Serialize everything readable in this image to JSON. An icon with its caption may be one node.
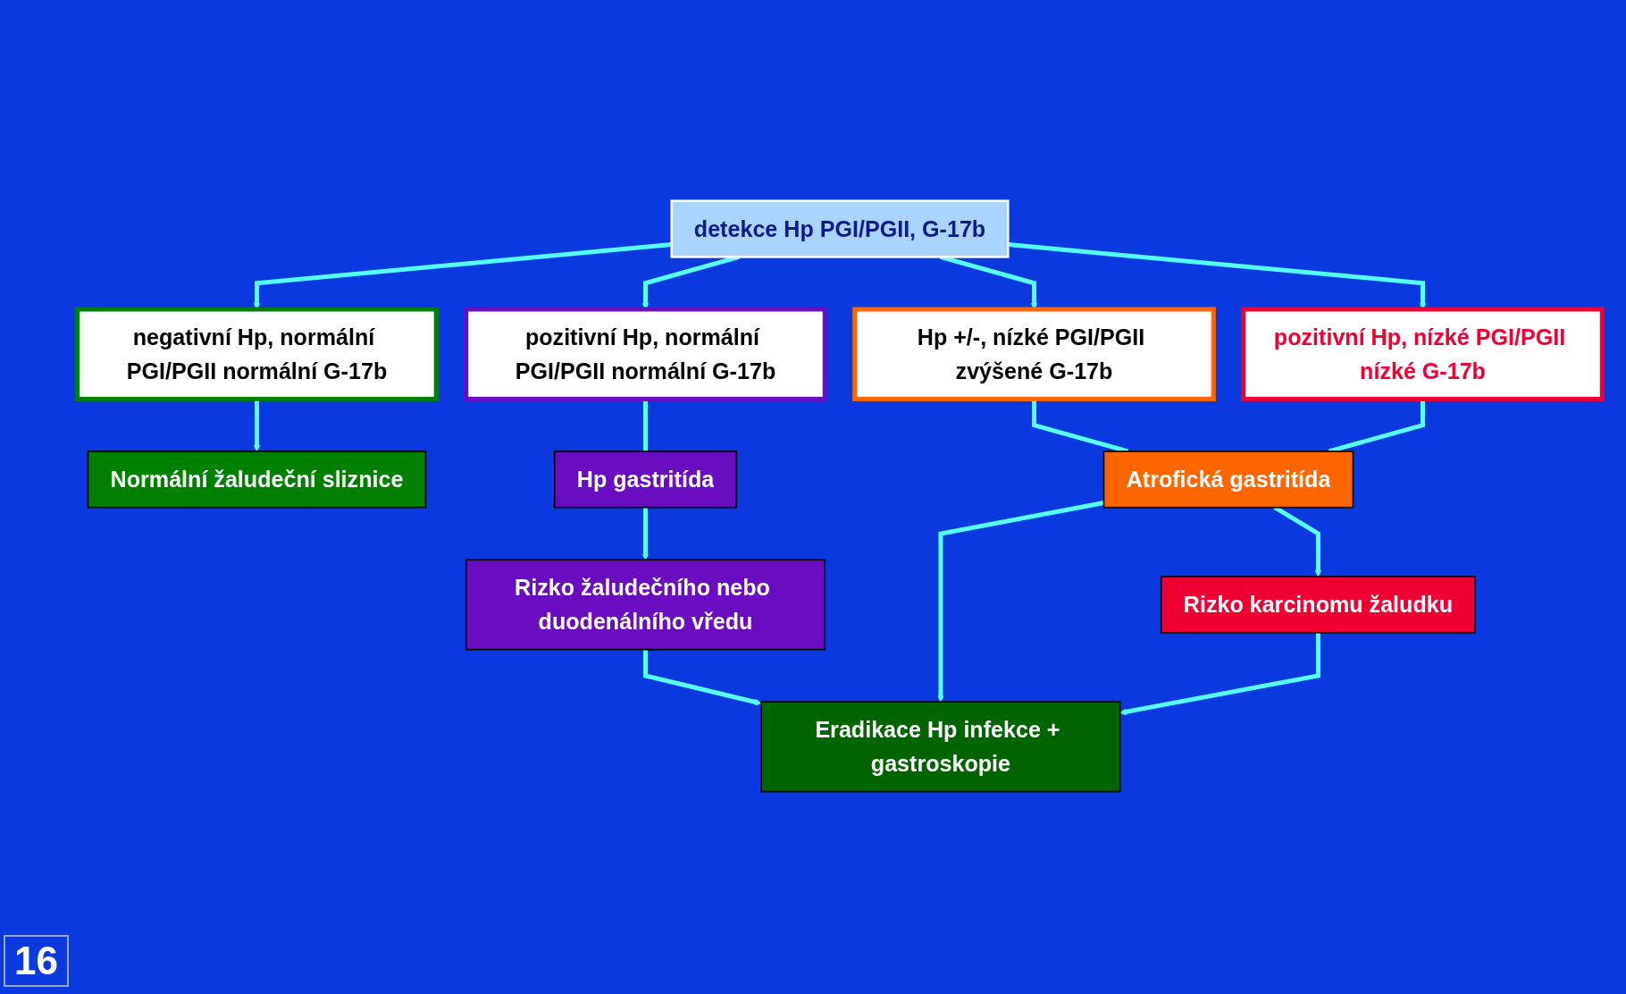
{
  "diagram": {
    "nodes": [
      {
        "text": [
          "detekce Hp PGI/PGII, G-17b"
        ]
      },
      {
        "text": [
          "negativní Hp, normální PGI/PGII normální G-17b"
        ]
      },
      {
        "text": [
          "pozitivní Hp, normální PGI/PGII normální G-17b"
        ]
      },
      {
        "text": [
          "Hp +/-, nízké PGI/PGII zvýšené G-17b"
        ]
      },
      {
        "text": [
          "pozitivní Hp, nízké PGI/PGII nízké G-17b"
        ]
      },
      {
        "text": [
          "Hp gastritída"
        ]
      },
      {
        "text": [
          "Atrofická gastritída"
        ]
      },
      {
        "text": [
          "Normální žaludeční sliznice"
        ]
      },
      {
        "text": [
          "Rizko žaludečního nebo duodenálního vředu"
        ]
      },
      {
        "text": [
          "Rizko karcinomu žaludku"
        ]
      },
      {
        "text": [
          "Eradikace Hp infekce + gastroskopie"
        ]
      }
    ],
    "edges": [
      {
        "from": 0,
        "to": 1,
        "arrow": "to"
      },
      {
        "from": 0,
        "to": 2,
        "arrow": "to"
      },
      {
        "from": 0,
        "to": 3,
        "arrow": "to"
      },
      {
        "from": 0,
        "to": 4,
        "arrow": "to"
      },
      {
        "from": 1,
        "to": 7,
        "arrow": "to"
      },
      {
        "from": 2,
        "to": 5,
        "arrow": "none"
      },
      {
        "from": 5,
        "to": 8,
        "arrow": "to"
      },
      {
        "from": 3,
        "to": 6,
        "arrow": "none"
      },
      {
        "from": 6,
        "to": 10,
        "arrow": "to"
      },
      {
        "from": 4,
        "to": 6,
        "arrow": "none"
      },
      {
        "from": 6,
        "to": 9,
        "arrow": "to"
      },
      {
        "from": 8,
        "to": 10,
        "arrow": "to"
      },
      {
        "from": 9,
        "to": 10,
        "arrow": "to"
      }
    ],
    "labels": [
      "16"
    ]
  }
}
